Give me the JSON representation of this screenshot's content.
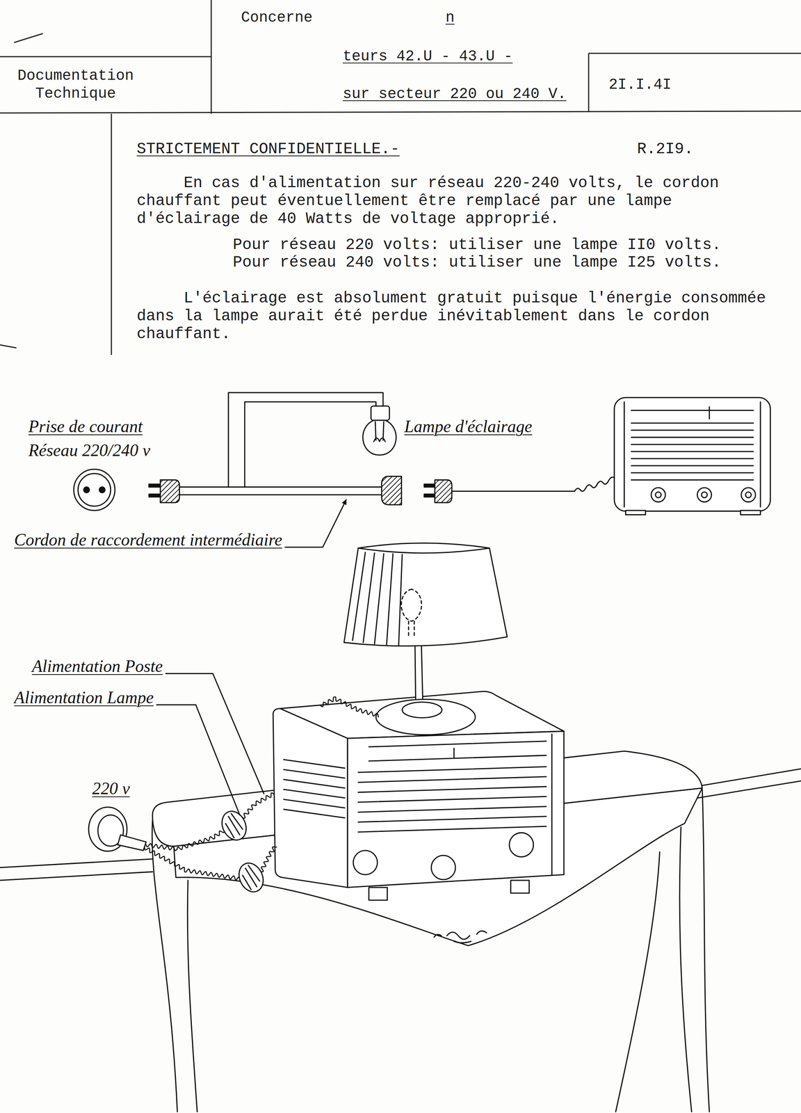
{
  "diagram": {
    "nodes": [
      {
        "text": [
          "Documentation Technique"
        ]
      },
      {
        "text": [
          "Concerne",
          "n",
          "teurs 42.U - 43.U -",
          "sur secteur 220 ou 240 V."
        ]
      },
      {
        "text": [
          "2I.I.4I"
        ]
      }
    ],
    "labels": [
      "STRICTEMENT CONFIDENTIELLE.-",
      "R.2I9.",
      "En cas d'alimentation sur réseau 220-240 volts, le cordon chauffant peut éventuellement être remplacé par une lampe d'éclairage de 40 Watts de voltage approprié.",
      "Pour réseau 220 volts: utiliser une lampe II0 volts.",
      "Pour réseau 240 volts: utiliser une lampe I25 volts.",
      "L'éclairage est absolument gratuit puisque l'énergie consommée dans la lampe aurait été perdue inévitablement dans le cordon chauffant.",
      "Prise de courant",
      "Réseau 220/240 v",
      "Lampe d'éclairage",
      "Cordon de raccordement intermédiaire",
      "Alimentation Poste",
      "Alimentation Lampe",
      "220 v"
    ]
  }
}
